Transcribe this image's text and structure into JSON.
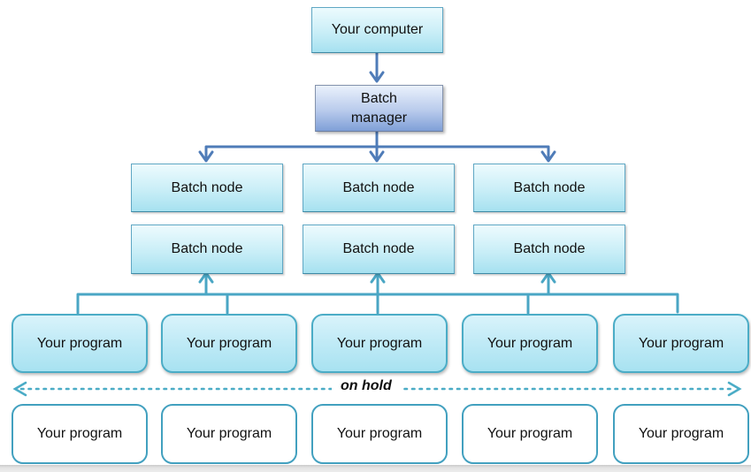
{
  "computer": {
    "label": "Your computer"
  },
  "manager": {
    "label": "Batch manager"
  },
  "nodes": [
    "Batch node",
    "Batch node",
    "Batch node",
    "Batch node",
    "Batch node",
    "Batch node"
  ],
  "active_programs": [
    "Your program",
    "Your program",
    "Your program",
    "Your program",
    "Your program"
  ],
  "held_programs": [
    "Your program",
    "Your program",
    "Your program",
    "Your program",
    "Your program"
  ],
  "hold": {
    "label": "on hold"
  },
  "colors": {
    "connector_blue": "#4f7cb8",
    "connector_teal": "#4aa6c4",
    "dotted_teal": "#4bacc6",
    "cyan_box_top": "#edfbfe",
    "cyan_box_bottom": "#a6e1f0",
    "cyan_box_border": "#5fa7c4",
    "manager_box_top": "#eaf1fc",
    "manager_box_bottom": "#7f9fd7",
    "manager_box_border": "#8493ad",
    "program_box_top": "#d9f3fb",
    "program_box_bottom": "#a8e2f1",
    "program_box_border": "#4bacc6",
    "text": "#111111",
    "bottom_strip": "#d9d9d9"
  }
}
